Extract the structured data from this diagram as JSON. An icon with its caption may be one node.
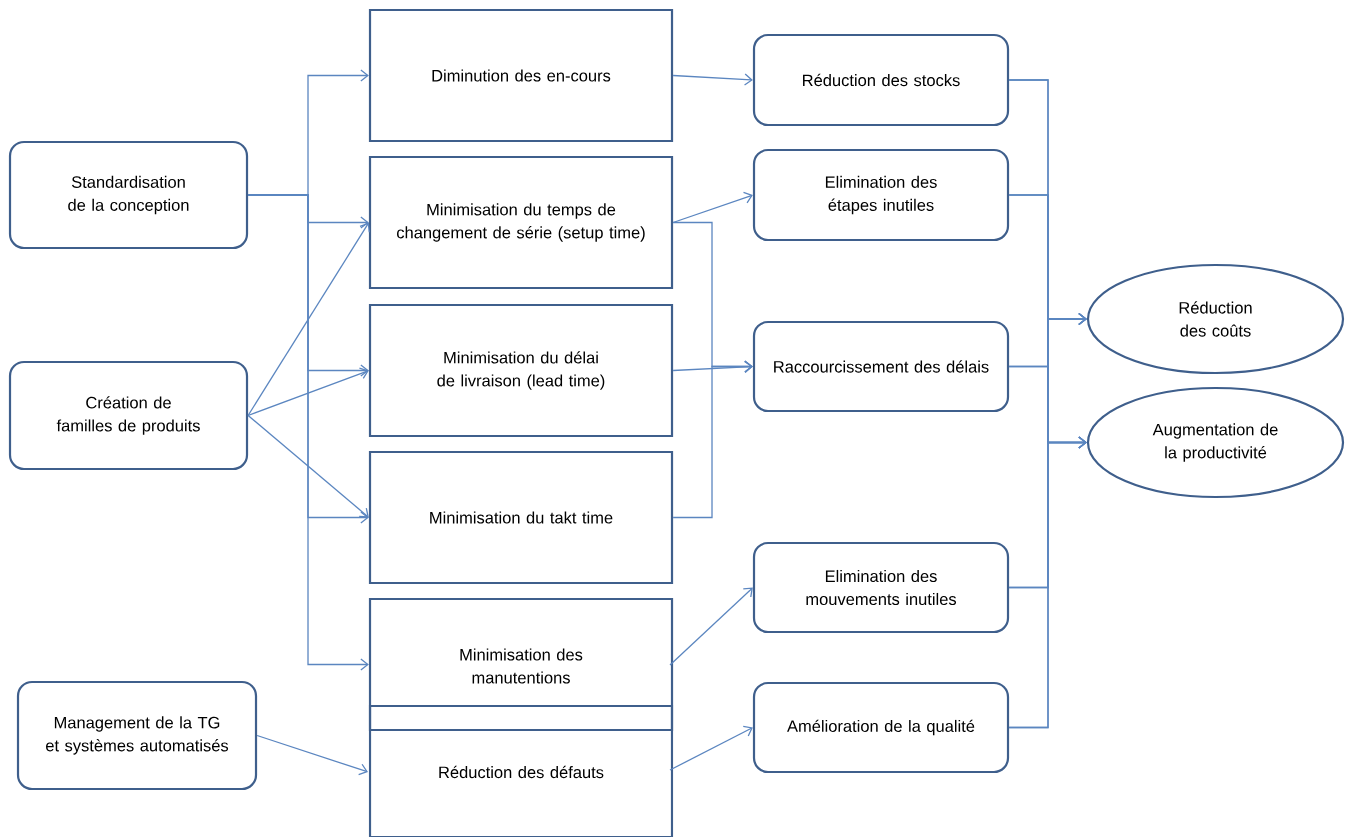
{
  "diagram": {
    "nodes": [
      {
        "text": [
          "Standardisation de la conception"
        ]
      },
      {
        "text": [
          "Création de familles de produits"
        ]
      },
      {
        "text": [
          "Management de la TG et systèmes automatisés"
        ]
      },
      {
        "text": [
          "Diminution des en-cours"
        ]
      },
      {
        "text": [
          "Minimisation du temps de changement de série (setup time)"
        ]
      },
      {
        "text": [
          "Minimisation du délai de livraison (lead time)"
        ]
      },
      {
        "text": [
          "Minimisation du takt time"
        ]
      },
      {
        "text": [
          "Minimisation des manutentions"
        ]
      },
      {
        "text": [
          "Réduction des défauts"
        ]
      },
      {
        "text": [
          "Réduction des stocks"
        ]
      },
      {
        "text": [
          "Elimination des étapes inutiles"
        ]
      },
      {
        "text": [
          "Raccourcissement des délais"
        ]
      },
      {
        "text": [
          "Elimination des mouvements inutiles"
        ]
      },
      {
        "text": [
          "Amélioration de la qualité"
        ]
      },
      {
        "text": [
          "Réduction des coûts"
        ]
      },
      {
        "text": [
          "Augmentation de la productivité"
        ]
      }
    ],
    "edges": [
      {
        "from": 0,
        "to": 3,
        "arrow": "to"
      },
      {
        "from": 0,
        "to": 4,
        "arrow": "to"
      },
      {
        "from": 0,
        "to": 5,
        "arrow": "to"
      },
      {
        "from": 0,
        "to": 6,
        "arrow": "to"
      },
      {
        "from": 0,
        "to": 7,
        "arrow": "to"
      },
      {
        "from": 1,
        "to": 4,
        "arrow": "to"
      },
      {
        "from": 1,
        "to": 5,
        "arrow": "to"
      },
      {
        "from": 1,
        "to": 6,
        "arrow": "to"
      },
      {
        "from": 2,
        "to": 8,
        "arrow": "to"
      },
      {
        "from": 3,
        "to": 9,
        "arrow": "to"
      },
      {
        "from": 4,
        "to": 10,
        "arrow": "to"
      },
      {
        "from": 4,
        "to": 11,
        "arrow": "to"
      },
      {
        "from": 5,
        "to": 11,
        "arrow": "to"
      },
      {
        "from": 6,
        "to": 11,
        "arrow": "to"
      },
      {
        "from": 7,
        "to": 12,
        "arrow": "to"
      },
      {
        "from": 8,
        "to": 13,
        "arrow": "to"
      },
      {
        "from": 9,
        "to": 14,
        "arrow": "to"
      },
      {
        "from": 10,
        "to": 14,
        "arrow": "to"
      },
      {
        "from": 11,
        "to": 14,
        "arrow": "to"
      },
      {
        "from": 12,
        "to": 14,
        "arrow": "to"
      },
      {
        "from": 13,
        "to": 14,
        "arrow": "to"
      },
      {
        "from": 9,
        "to": 15,
        "arrow": "to"
      },
      {
        "from": 10,
        "to": 15,
        "arrow": "to"
      },
      {
        "from": 11,
        "to": 15,
        "arrow": "to"
      },
      {
        "from": 12,
        "to": 15,
        "arrow": "to"
      },
      {
        "from": 13,
        "to": 15,
        "arrow": "to"
      }
    ]
  }
}
